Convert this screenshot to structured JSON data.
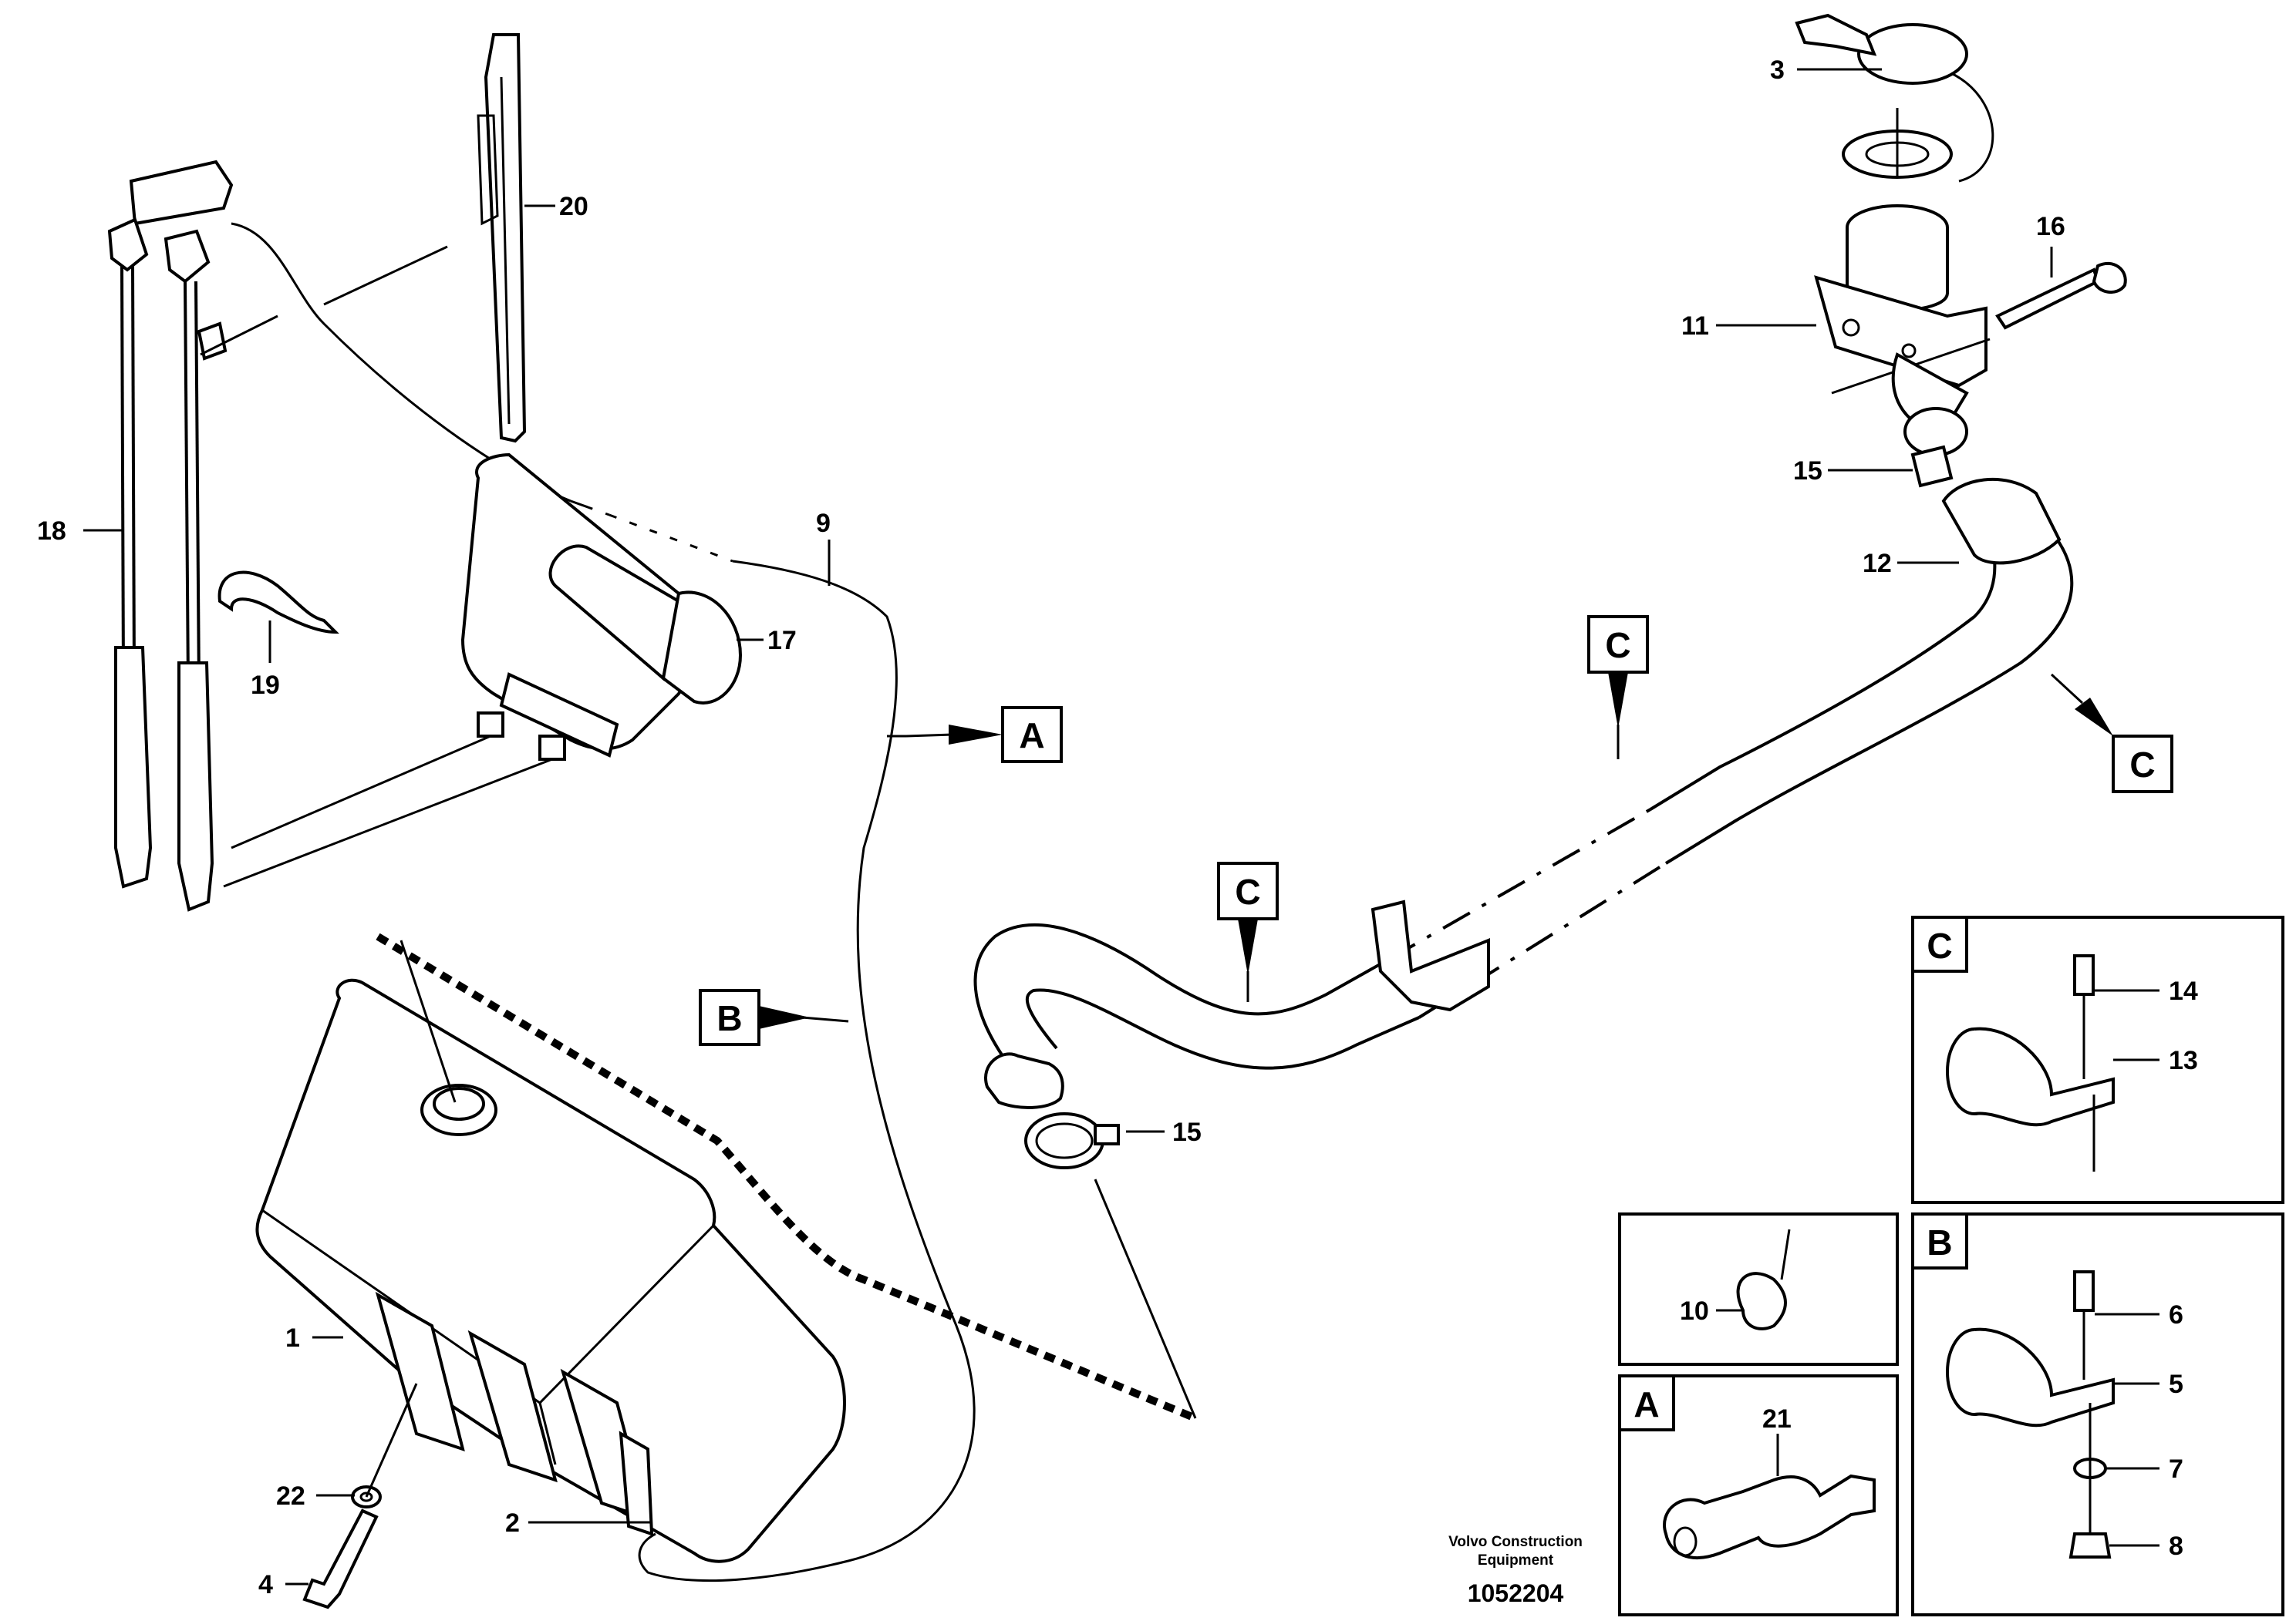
{
  "callouts": {
    "c1": "1",
    "c2": "2",
    "c3": "3",
    "c4": "4",
    "c5": "5",
    "c6": "6",
    "c7": "7",
    "c8": "8",
    "c9": "9",
    "c10": "10",
    "c11": "11",
    "c12": "12",
    "c13": "13",
    "c14": "14",
    "c15a": "15",
    "c15b": "15",
    "c16": "16",
    "c17": "17",
    "c18": "18",
    "c19": "19",
    "c20": "20",
    "c21": "21",
    "c22": "22"
  },
  "references": {
    "ref_a": "A",
    "ref_b": "B",
    "ref_c1": "C",
    "ref_c2": "C",
    "ref_c3": "C",
    "detail_a": "A",
    "detail_b": "B",
    "detail_c": "C"
  },
  "footer": {
    "manufacturer_line1": "Volvo Construction",
    "manufacturer_line2": "Equipment",
    "drawing_number": "1052204"
  }
}
